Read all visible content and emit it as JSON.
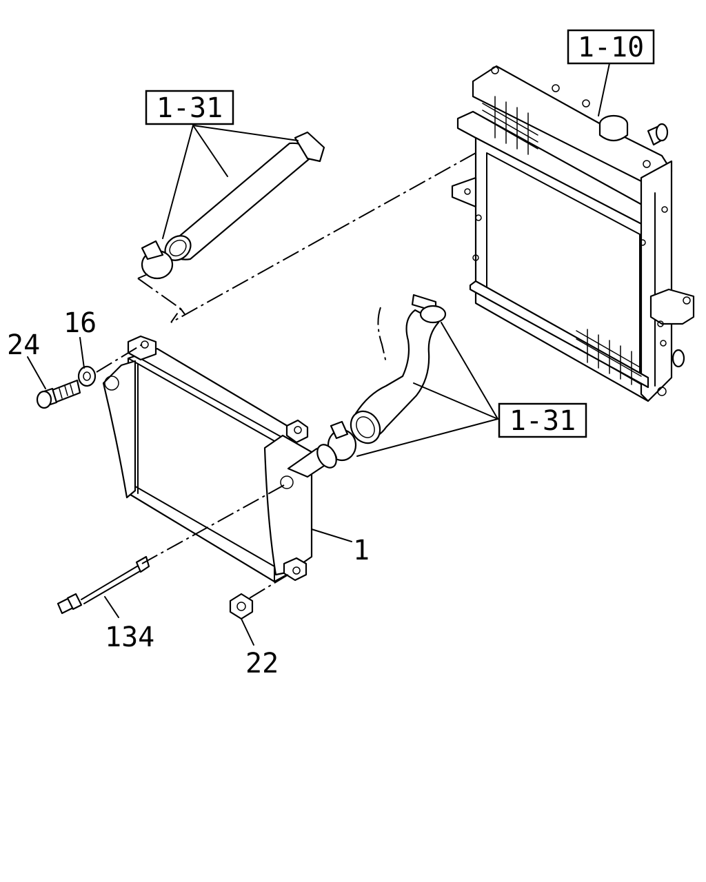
{
  "callouts": {
    "ref_radiator": "1-10",
    "ref_hose_upper": "1-31",
    "ref_hose_lower": "1-31",
    "part_intercooler": "1",
    "part_washer": "16",
    "part_bolt": "24",
    "part_nut": "22",
    "part_sensor": "134"
  }
}
